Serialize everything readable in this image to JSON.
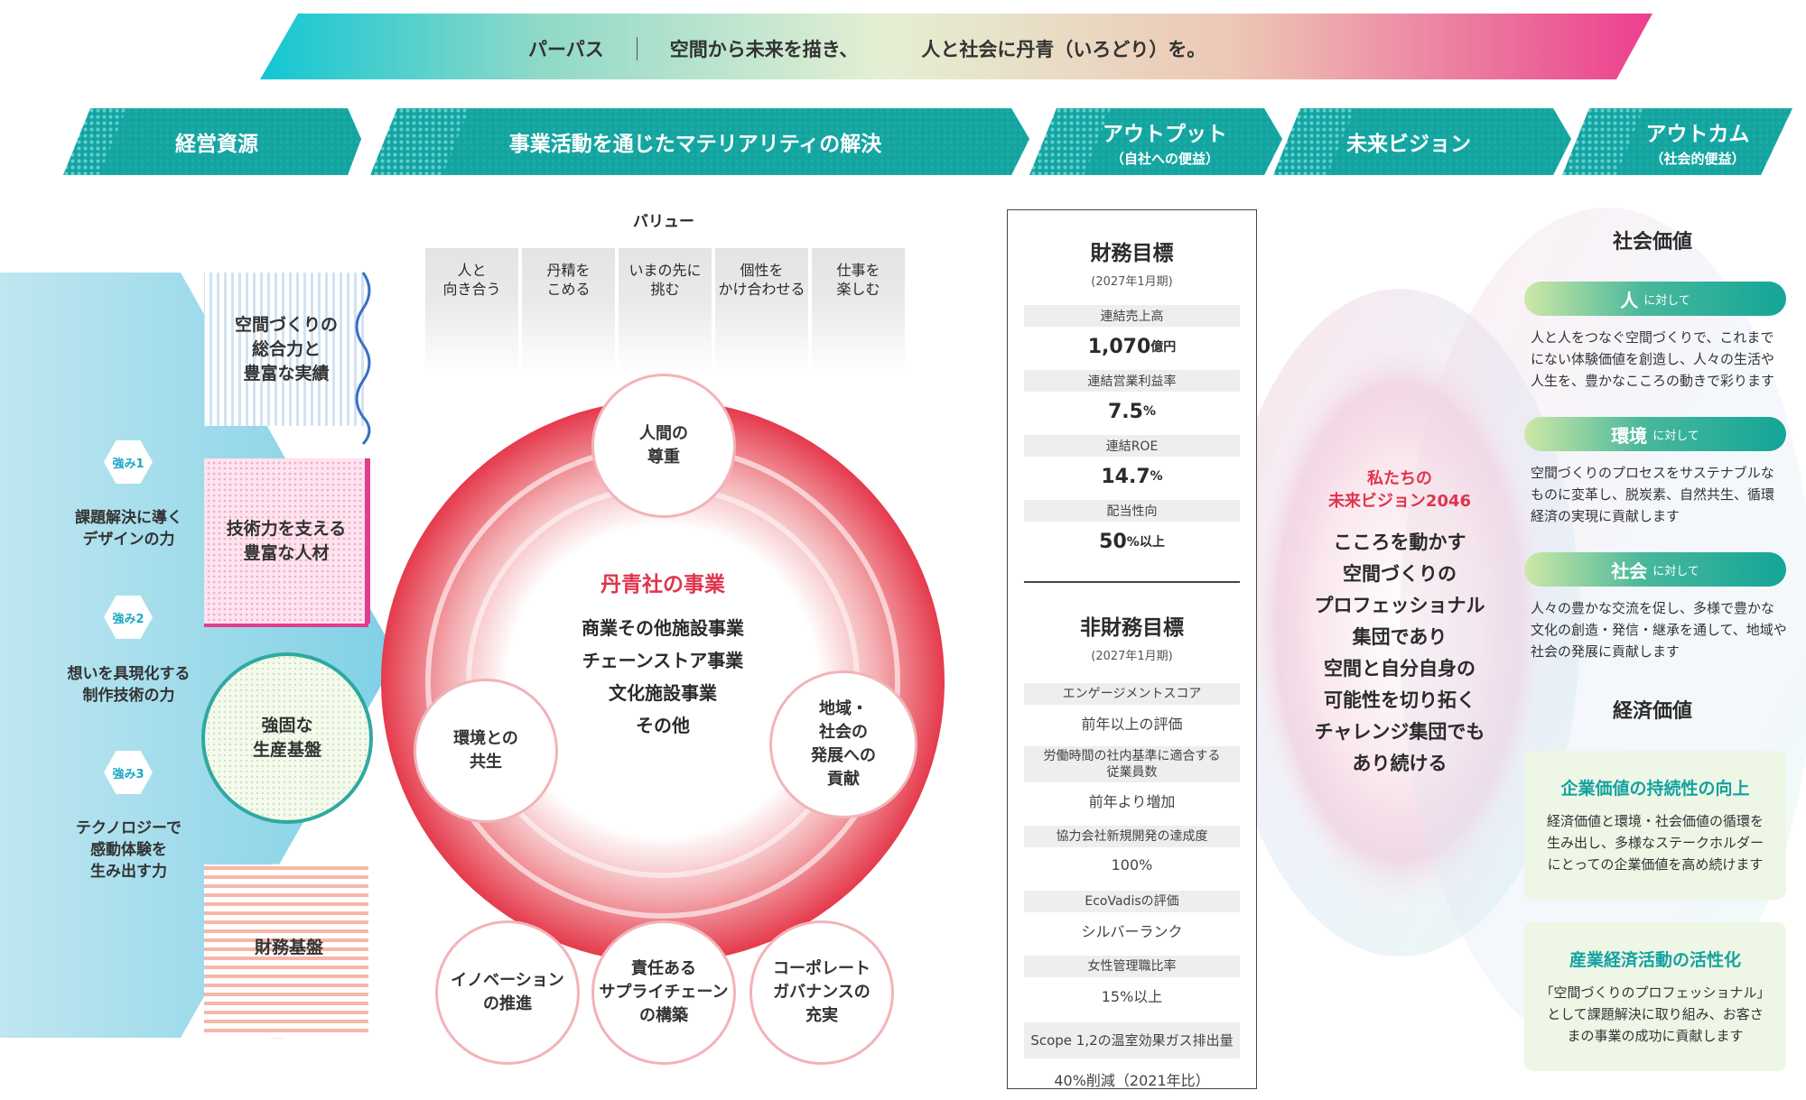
{
  "purpose": {
    "label": "パーパス",
    "text_1": "空間から未来を描き、",
    "text_2": "人と社会に丹青（いろどり）を。"
  },
  "flow": [
    {
      "label": "経営資源",
      "sub": ""
    },
    {
      "label": "事業活動を通じたマテリアリティの解決",
      "sub": ""
    },
    {
      "label": "アウトプット",
      "sub": "（自社への便益）"
    },
    {
      "label": "未来ビジョン",
      "sub": ""
    },
    {
      "label": "アウトカム",
      "sub": "（社会的便益）"
    }
  ],
  "values": {
    "title": "バリュー",
    "items": [
      {
        "line1": "人と",
        "line2": "向き合う"
      },
      {
        "line1": "丹精を",
        "line2": "こめる"
      },
      {
        "line1": "いまの先に",
        "line2": "挑む"
      },
      {
        "line1": "個性を",
        "line2": "かけ合わせる"
      },
      {
        "line1": "仕事を",
        "line2": "楽しむ"
      }
    ]
  },
  "assets": [
    {
      "line1": "空間づくりの",
      "line2": "総合力と",
      "line3": "豊富な実績"
    },
    {
      "line1": "技術力を支える",
      "line2": "豊富な人材"
    },
    {
      "line1": "強固な",
      "line2": "生産基盤"
    },
    {
      "line1": "財務基盤"
    }
  ],
  "strengths": [
    {
      "badge": "強み1",
      "line1": "課題解決に導く",
      "line2": "デザインの力"
    },
    {
      "badge": "強み2",
      "line1": "想いを具現化する",
      "line2": "制作技術の力"
    },
    {
      "badge": "強み3",
      "line1": "テクノロジーで",
      "line2": "感動体験を",
      "line3": "生み出す力"
    }
  ],
  "business": {
    "title": "丹青社の事業",
    "items": [
      "商業その他施設事業",
      "チェーンストア事業",
      "文化施設事業",
      "その他"
    ]
  },
  "materiality": {
    "human": {
      "line1": "人間の",
      "line2": "尊重"
    },
    "environment": {
      "line1": "環境との",
      "line2": "共生"
    },
    "community": {
      "line1": "地域・",
      "line2": "社会の",
      "line3": "発展への",
      "line4": "貢献"
    },
    "innovation": {
      "line1": "イノベーション",
      "line2": "の推進"
    },
    "supply": {
      "line1": "責任ある",
      "line2": "サプライチェーン",
      "line3": "の構築"
    },
    "governance": {
      "line1": "コーポレート",
      "line2": "ガバナンスの",
      "line3": "充実"
    }
  },
  "financial": {
    "title": "財務目標",
    "subtitle": "(2027年1月期)",
    "items": [
      {
        "label": "連結売上高",
        "value": "1,070",
        "unit": "億円"
      },
      {
        "label": "連結営業利益率",
        "value": "7.5",
        "unit": "%"
      },
      {
        "label": "連結ROE",
        "value": "14.7",
        "unit": "%"
      },
      {
        "label": "配当性向",
        "value": "50",
        "unit": "%以上"
      }
    ]
  },
  "nonfinancial": {
    "title": "非財務目標",
    "subtitle": "(2027年1月期)",
    "items": [
      {
        "label": "エンゲージメントスコア",
        "value": "前年以上の評価"
      },
      {
        "label_1": "労働時間の社内基準に適合する",
        "label_2": "従業員数",
        "value": "前年より増加"
      },
      {
        "label": "協力会社新規開発の達成度",
        "value": "100%"
      },
      {
        "label": "EcoVadisの評価",
        "value": "シルバーランク"
      },
      {
        "label": "女性管理職比率",
        "value": "15%以上"
      },
      {
        "label": "Scope 1,2の温室効果ガス排出量",
        "value": "40%削減（2021年比）"
      }
    ]
  },
  "vision": {
    "title_1": "私たちの",
    "title_2": "未来ビジョン2046",
    "lines": [
      "こころを動かす",
      "空間づくりの",
      "プロフェッショナル",
      "集団であり",
      "空間と自分自身の",
      "可能性を切り拓く",
      "チャレンジ集団でも",
      "あり続ける"
    ]
  },
  "social_value": {
    "title": "社会価値",
    "items": [
      {
        "main": "人",
        "suffix": "に対して",
        "lines": [
          "人と人をつなぐ空間づくりで、これまで",
          "にない体験価値を創造し、人々の生活や",
          "人生を、豊かなこころの動きで彩ります"
        ]
      },
      {
        "main": "環境",
        "suffix": "に対して",
        "lines": [
          "空間づくりのプロセスをサステナブルな",
          "ものに変革し、脱炭素、自然共生、循環",
          "経済の実現に貢献します"
        ]
      },
      {
        "main": "社会",
        "suffix": "に対して",
        "lines": [
          "人々の豊かな交流を促し、多様で豊かな",
          "文化の創造・発信・継承を通して、地域や",
          "社会の発展に貢献します"
        ]
      }
    ]
  },
  "economic_value": {
    "title": "経済価値",
    "items": [
      {
        "title": "企業価値の持続性の向上",
        "lines": [
          "経済価値と環境・社会価値の循環を",
          "生み出し、多様なステークホルダー",
          "にとっての企業価値を高め続けます"
        ]
      },
      {
        "title": "産業経済活動の活性化",
        "lines": [
          "「空間づくりのプロフェッショナル」",
          "として課題解決に取り組み、お客さ",
          "まの事業の成功に貢献します"
        ]
      }
    ]
  }
}
